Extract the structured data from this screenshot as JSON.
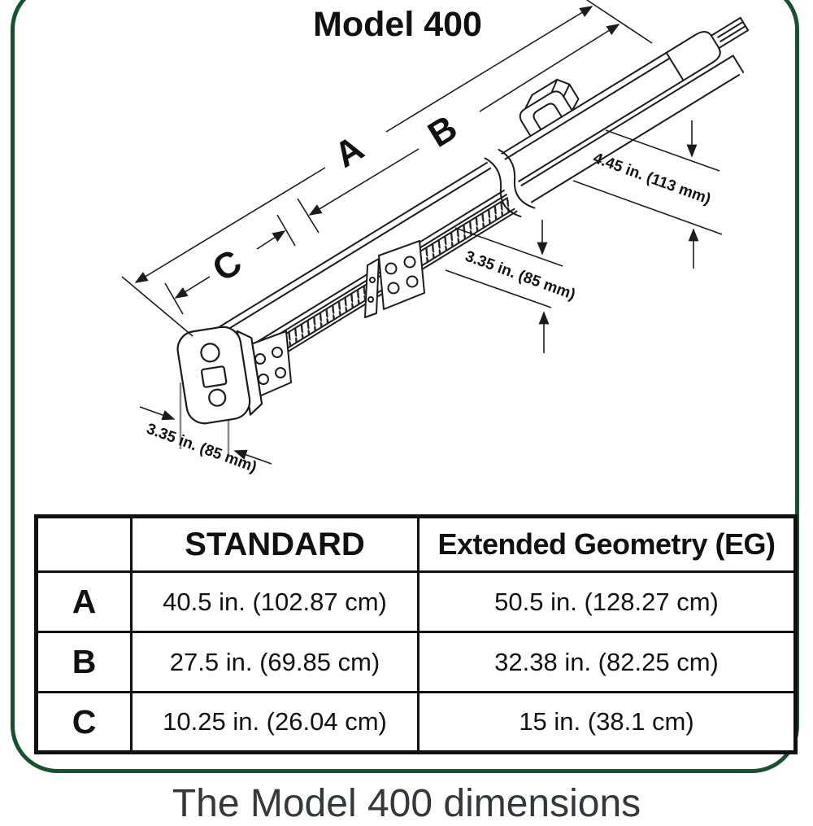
{
  "title": "Model 400",
  "caption": "The Model 400 dimensions",
  "diagram": {
    "label_a": "A",
    "label_b": "B",
    "label_c": "C",
    "dim_height_tip": "4.45 in. (113 mm)",
    "dim_height_mid": "3.35 in. (85 mm)",
    "dim_width_base": "3.35 in. (85 mm)"
  },
  "table": {
    "headers": [
      "",
      "STANDARD",
      "Extended Geometry (EG)"
    ],
    "rows": [
      {
        "label": "A",
        "standard": "40.5 in. (102.87 cm)",
        "eg": "50.5 in. (128.27 cm)"
      },
      {
        "label": "B",
        "standard": "27.5 in. (69.85 cm)",
        "eg": "32.38 in. (82.25 cm)"
      },
      {
        "label": "C",
        "standard": "10.25 in. (26.04 cm)",
        "eg": "15 in. (38.1 cm)"
      }
    ]
  },
  "colors": {
    "border_green": "#16522e",
    "line_black": "#1c1c1c",
    "extension_gray": "#8a8a8a",
    "caption_text": "#33383c"
  }
}
